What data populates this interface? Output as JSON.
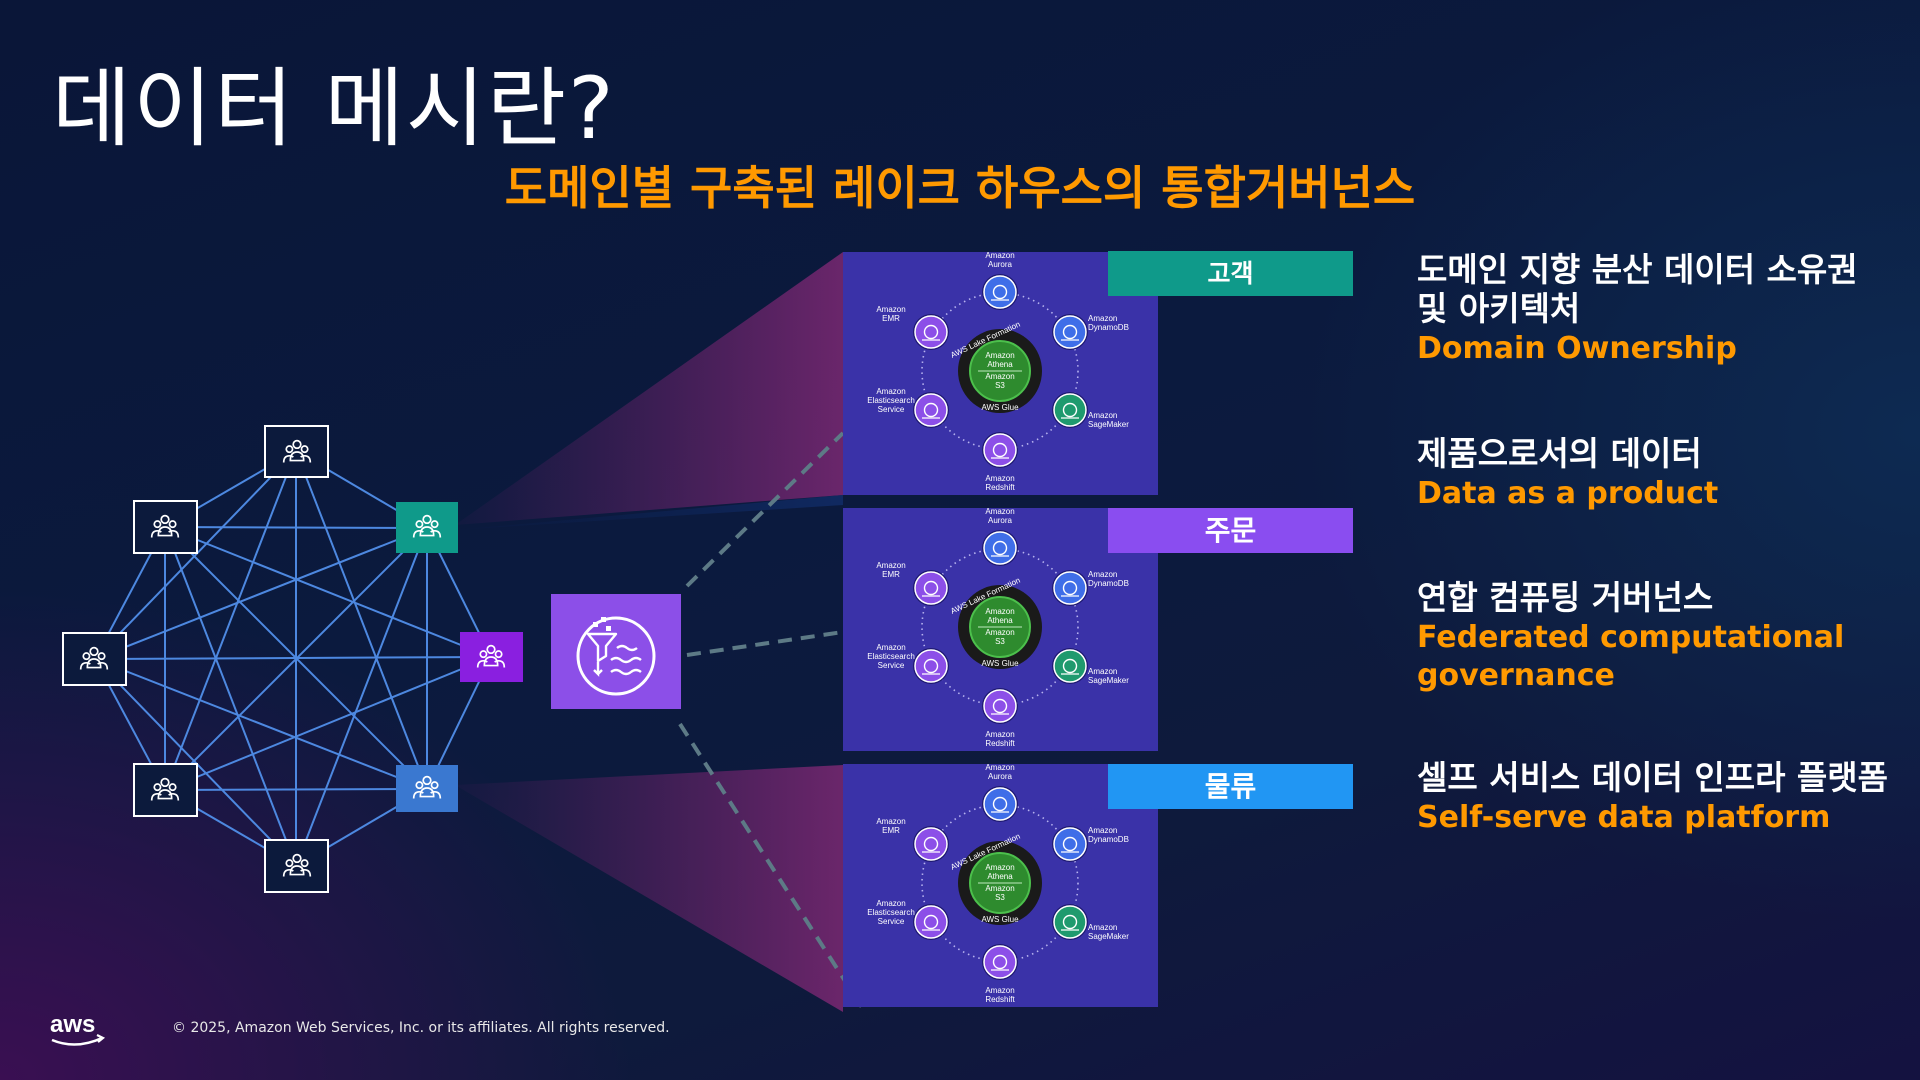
{
  "title": "데이터 메시란?",
  "subtitle": "도메인별 구축된 레이크 하우스의 통합거버넌스",
  "panels": [
    {
      "label": "고객",
      "color": "#0f9a8a"
    },
    {
      "label": "주문",
      "color": "#8a4df0"
    },
    {
      "label": "물류",
      "color": "#2196f3"
    }
  ],
  "services": {
    "aurora": "Amazon Aurora",
    "dynamodb": "Amazon DynamoDB",
    "sagemaker": "Amazon SageMaker",
    "redshift": "Amazon Redshift",
    "elasticsearch": "Amazon Elasticsearch Service",
    "emr": "Amazon EMR",
    "lake_formation": "AWS Lake Formation",
    "athena": "Amazon Athena",
    "s3": "Amazon S3",
    "glue": "AWS Glue"
  },
  "principles": [
    {
      "ko": "도메인 지향 분산 데이터 소유권 및 아키텍처",
      "en": "Domain Ownership"
    },
    {
      "ko": "제품으로서의 데이터",
      "en": "Data as a product"
    },
    {
      "ko": "연합 컴퓨팅 거버넌스",
      "en": "Federated computational governance"
    },
    {
      "ko": "셀프 서비스 데이터 인프라 플랫폼",
      "en": "Self-serve data platform"
    }
  ],
  "footer": {
    "logo": "aws",
    "copyright": "© 2025, Amazon Web Services, Inc. or its affiliates. All rights reserved."
  },
  "icons": {
    "node": "users-icon",
    "hub": "data-lake-filter-icon"
  }
}
